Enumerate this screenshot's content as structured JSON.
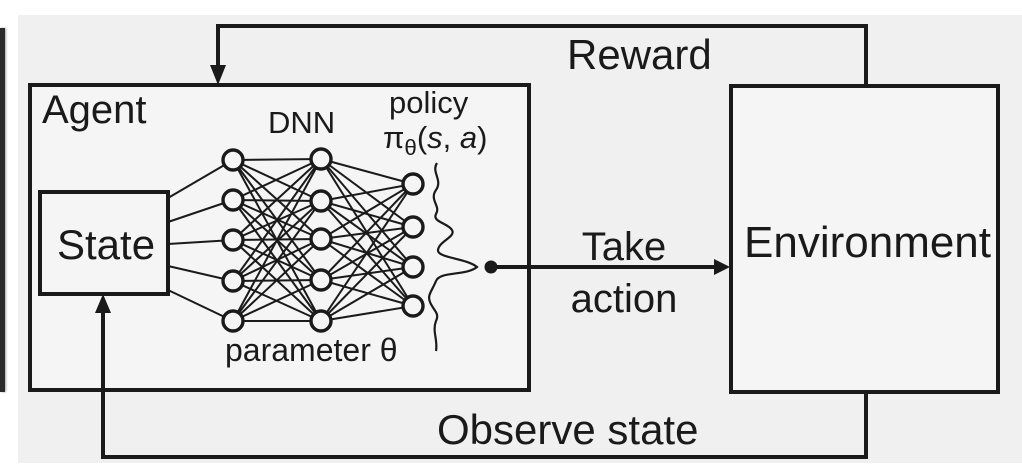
{
  "colors": {
    "ink": "#1a1a1a",
    "canvas_gray": "#f0f0f1",
    "page_white": "#ffffff",
    "box_fill": "#f5f5f6"
  },
  "agent": {
    "label": "Agent"
  },
  "state": {
    "label": "State"
  },
  "environment": {
    "label": "Environment"
  },
  "dnn": {
    "label": "DNN",
    "parameter": "parameter θ"
  },
  "policy": {
    "label": "policy",
    "pi": "π",
    "theta": "θ",
    "open": "(",
    "s": "s",
    "comma": ", ",
    "a": "a",
    "close": ")"
  },
  "arrows": {
    "reward": "Reward",
    "take_line1": "Take",
    "take_line2": "action",
    "observe": "Observe state"
  }
}
